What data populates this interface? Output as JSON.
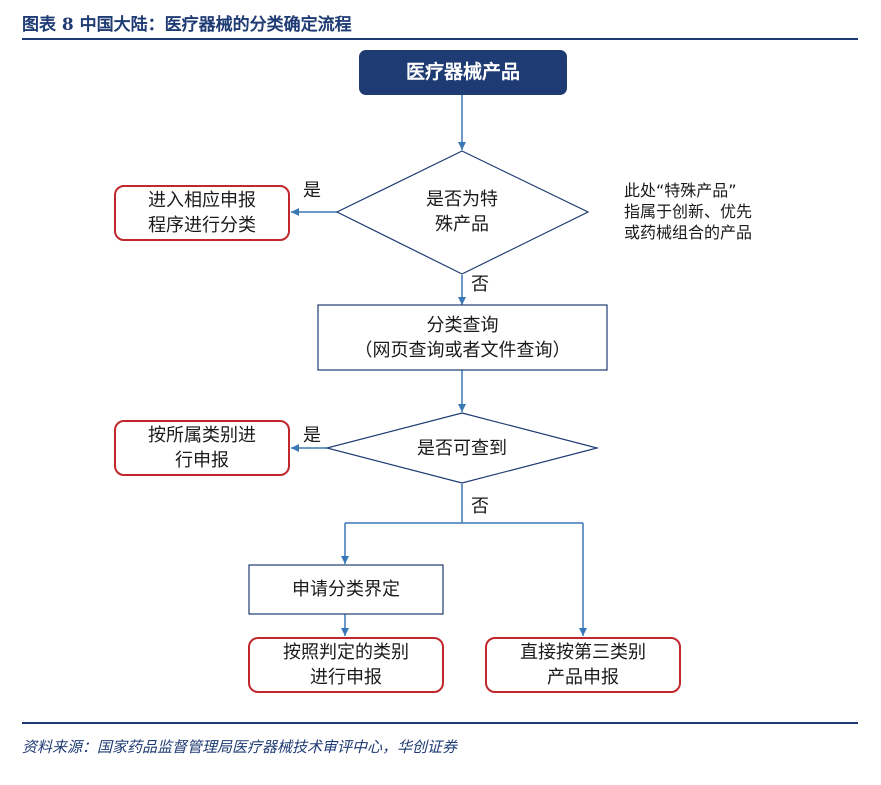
{
  "header": {
    "title": "图表 8   中国大陆：医疗器械的分类确定流程"
  },
  "diagram": {
    "start": "医疗器械产品",
    "decision_special": [
      "是否为特",
      "殊产品"
    ],
    "special_yes_box": [
      "进入相应申报",
      "程序进行分类"
    ],
    "special_note": [
      "此处“特殊产品”",
      "指属于创新、优先",
      "或药械组合的产品"
    ],
    "query_box": [
      "分类查询",
      "（网页查询或者文件查询）"
    ],
    "decision_found": [
      "是否可查到"
    ],
    "found_yes_box": [
      "按所属类别进",
      "行申报"
    ],
    "define_box": [
      "申请分类界定"
    ],
    "judged_box": [
      "按照判定的类别",
      "进行申报"
    ],
    "class3_box": [
      "直接按第三类别",
      "产品申报"
    ],
    "label_yes": "是",
    "label_no": "否",
    "colors": {
      "navy": "#1f3b73",
      "red_border": "#c0282d",
      "arrow": "#3a78b5"
    }
  },
  "footer": {
    "source": "资料来源：国家药品监督管理局医疗器械技术审评中心，华创证券"
  }
}
